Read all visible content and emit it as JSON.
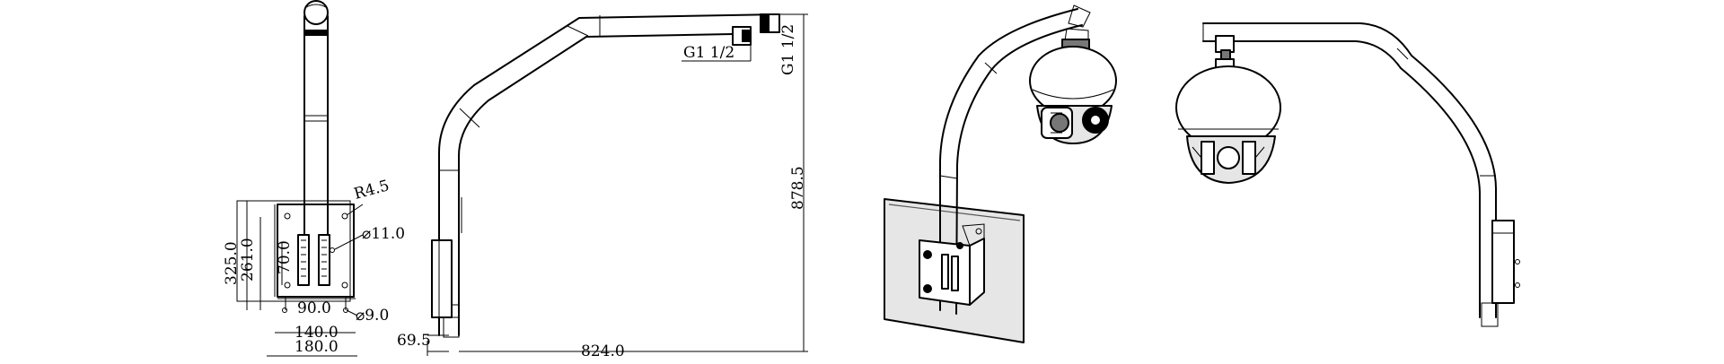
{
  "drawing": {
    "side_view": {
      "radius_label": "R4.5",
      "hole_large_label": "⌀11.0",
      "height_outer_label": "325.0",
      "height_inner_label": "261.0",
      "slot_length_label": "70.0",
      "width_inner_label": "90.0",
      "hole_small_label": "⌀9.0",
      "width_mid_label": "140.0",
      "width_outer_label": "180.0"
    },
    "front_view": {
      "thread_label_horizontal": "G1 1/2",
      "thread_label_vertical": "G1 1/2",
      "height_label": "878.5",
      "offset_label": "69.5",
      "length_label": "824.0"
    }
  }
}
